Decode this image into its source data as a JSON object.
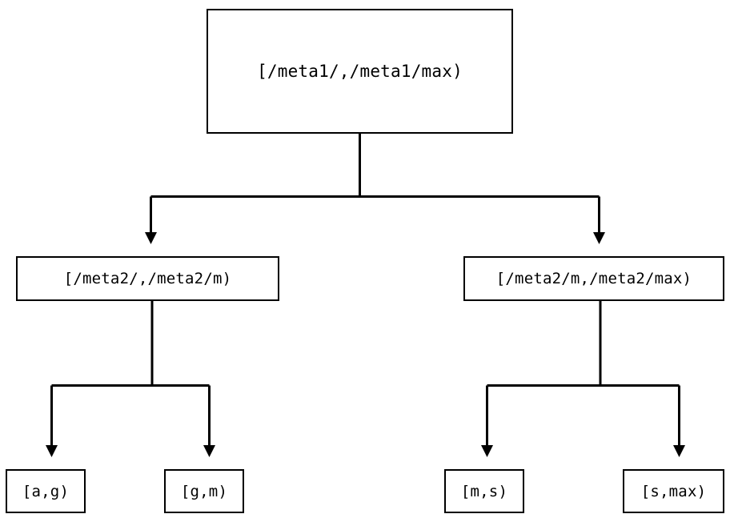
{
  "diagram": {
    "type": "binary-interval-tree",
    "orientation": "top-down",
    "background_color": "#ffffff",
    "line_color": "#000000",
    "box_border_color": "#000000",
    "box_fill_color": "#ffffff",
    "text_color": "#000000",
    "connector_style": "orthogonal-elbow-with-filled-arrowhead",
    "levels": 3,
    "nodes": {
      "root": {
        "label": "[/meta1/,/meta1/max)",
        "level": 0
      },
      "left_mid": {
        "label": "[/meta2/,/meta2/m)",
        "level": 1
      },
      "right_mid": {
        "label": "[/meta2/m,/meta2/max)",
        "level": 1
      },
      "leaf_ag": {
        "label": "[a,g)",
        "level": 2
      },
      "leaf_gm": {
        "label": "[g,m)",
        "level": 2
      },
      "leaf_ms": {
        "label": "[m,s)",
        "level": 2
      },
      "leaf_smax": {
        "label": "[s,max)",
        "level": 2
      }
    },
    "edges": [
      {
        "from": "root",
        "to": "left_mid"
      },
      {
        "from": "root",
        "to": "right_mid"
      },
      {
        "from": "left_mid",
        "to": "leaf_ag"
      },
      {
        "from": "left_mid",
        "to": "leaf_gm"
      },
      {
        "from": "right_mid",
        "to": "leaf_ms"
      },
      {
        "from": "right_mid",
        "to": "leaf_smax"
      }
    ]
  }
}
